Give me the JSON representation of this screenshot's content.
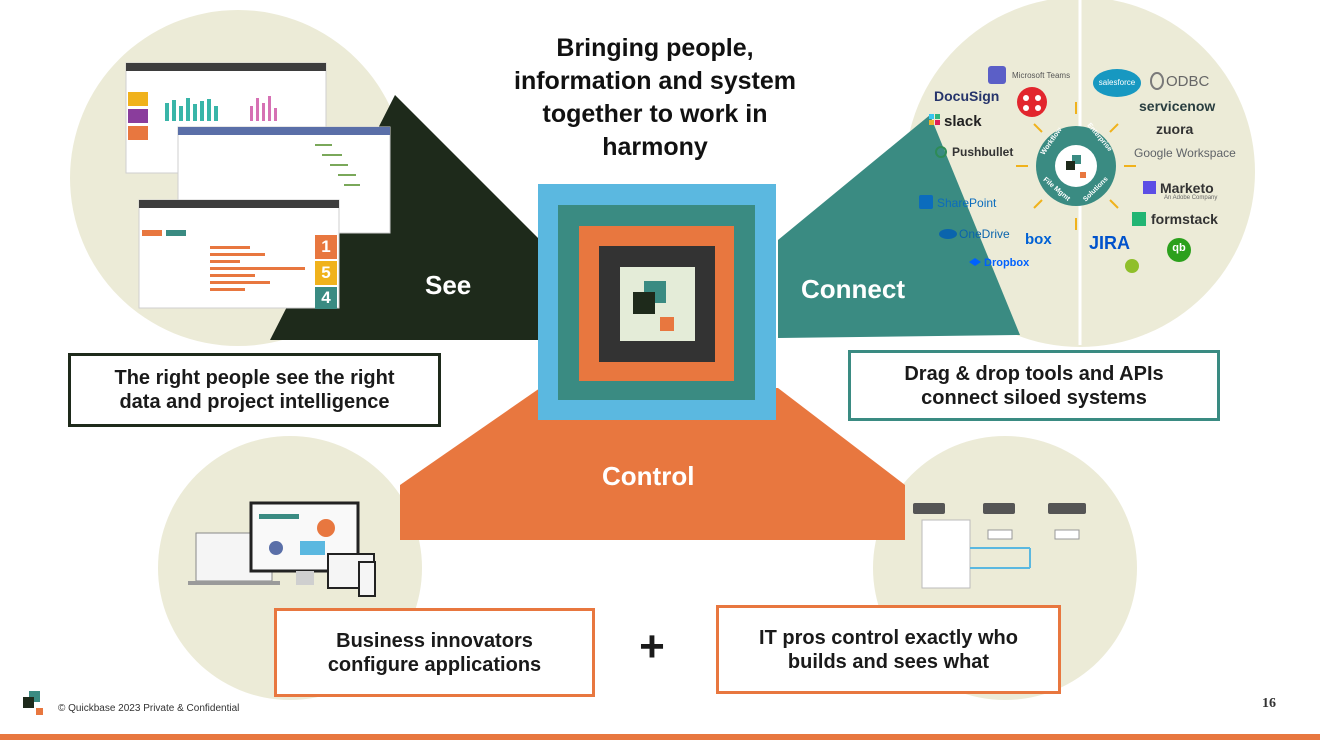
{
  "title": "Bringing people,\ninformation and system\ntogether to work in\nharmony",
  "sections": {
    "see": {
      "label": "See",
      "description": "The right people see the right\ndata and project intelligence"
    },
    "connect": {
      "label": "Connect",
      "description": "Drag & drop tools and APIs\nconnect siloed systems"
    },
    "control": {
      "label": "Control"
    }
  },
  "bottom": {
    "left_text": "Business innovators\nconfigure applications",
    "plus": "+",
    "right_text": "IT pros control exactly who\nbuilds and sees what"
  },
  "dashboard": {
    "queue_numbers": [
      "1",
      "5",
      "4"
    ]
  },
  "integrations": {
    "left": [
      "Microsoft Teams",
      "DocuSign",
      "slack",
      "Pushbullet",
      "SharePoint",
      "OneDrive",
      "box",
      "Dropbox"
    ],
    "right": [
      "salesforce",
      "ODBC",
      "servicenow",
      "zuora",
      "Google Workspace",
      "Marketo",
      "An Adobe Company",
      "formstack",
      "JIRA"
    ],
    "ring_labels": [
      "Workflow",
      "Enterprise",
      "File Mgmt",
      "Solutions"
    ],
    "qb_badge": "qb"
  },
  "footer": {
    "copyright": "© Quickbase 2023 Private & Confidential",
    "page": "16"
  },
  "colors": {
    "dark_green": "#1e2a1b",
    "teal": "#3a8b82",
    "orange": "#e8773f",
    "light_blue": "#5bb8e0",
    "circle_bg": "#ecebd7"
  }
}
